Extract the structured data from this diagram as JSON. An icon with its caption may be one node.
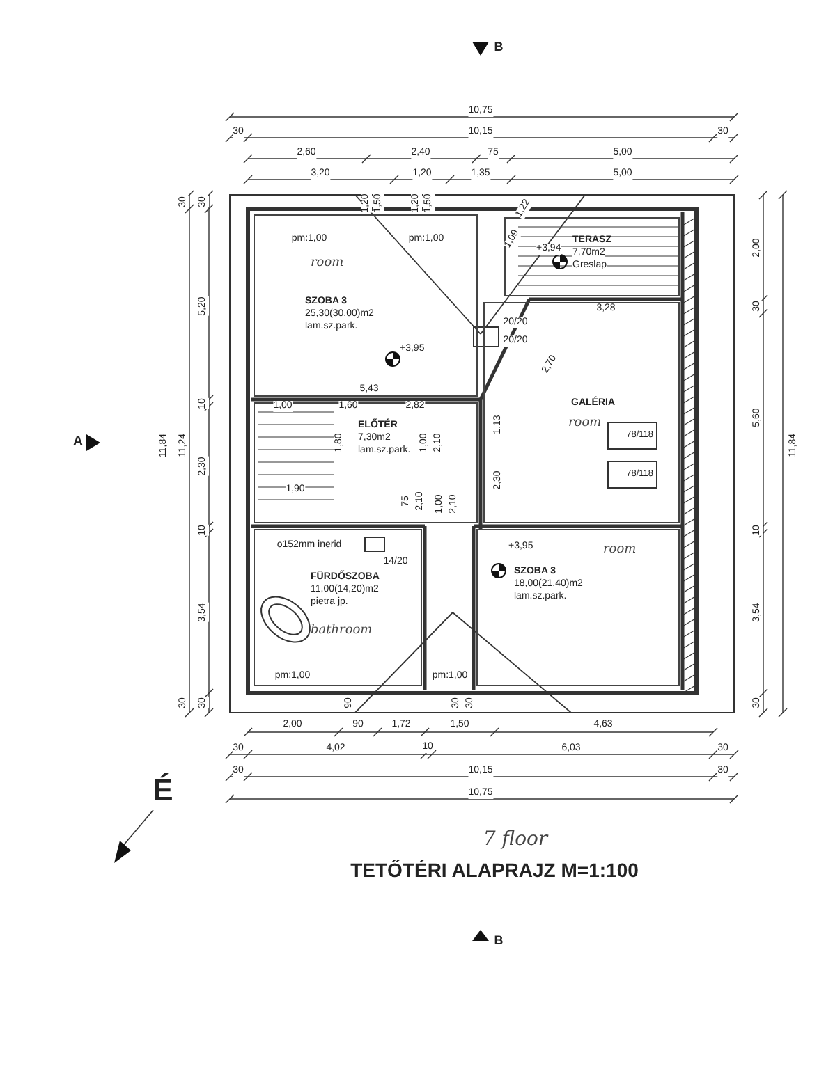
{
  "diagram": {
    "title": "TETŐTÉRI ALAPRAJZ M=1:100",
    "nodes": [
      {
        "text": [
          "room",
          "SZOBA 3",
          "25,30(30,00)m2",
          "lam.sz.park.",
          "+3,95"
        ]
      },
      {
        "text": [
          "+3,94",
          "TERASZ",
          "7,70m2",
          "Greslap"
        ]
      },
      {
        "text": [
          "GALÉRIA",
          "room"
        ]
      },
      {
        "text": [
          "ELŐTÉR",
          "7,30m2",
          "lam.sz.park."
        ]
      },
      {
        "text": [
          "FÜRDŐSZOBA",
          "11,00(14,20)m2",
          "pietra jp.",
          "bathroom"
        ]
      },
      {
        "text": [
          "+3,95",
          "SZOBA 3",
          "18,00(21,40)m2",
          "lam.sz.park.",
          "room"
        ]
      },
      {
        "text": [
          "78/118"
        ],
        "in": 2
      },
      {
        "text": [
          "78/118"
        ],
        "in": 2
      }
    ],
    "edges": [],
    "labels": [
      "10,75",
      "30",
      "10,15",
      "30",
      "2,60",
      "2,40",
      "75",
      "5,00",
      "3,20",
      "1,20",
      "1,35",
      "5,00",
      "30",
      "30",
      "5,20",
      "11,84",
      "11,24",
      "10",
      "2,30",
      "10",
      "3,54",
      "30",
      "30",
      "2,00",
      "30",
      "5,60",
      "11,84",
      "10",
      "3,54",
      "30",
      "2,00",
      "90",
      "1,72",
      "1,50",
      "4,63",
      "30",
      "4,02",
      "10",
      "6,03",
      "30",
      "30",
      "10,15",
      "30",
      "10,75",
      "1,20",
      "1,50",
      "1,20",
      "1,50",
      "pm:1,00",
      "pm:1,00",
      "20/20",
      "20/20",
      "5,43",
      "1,00",
      "1,60",
      "2,82",
      "3,28",
      "2,70",
      "1,13",
      "1,22",
      "1,09",
      "1,80",
      "1,00",
      "2,10",
      "1,90",
      "75",
      "2,10",
      "1,00",
      "2,10",
      "2,30",
      "o152mm inerid",
      "14/20",
      "pm:1,00",
      "pm:1,00",
      "90",
      "30",
      "30",
      "A",
      "B",
      "B",
      "É",
      "7 floor"
    ]
  }
}
